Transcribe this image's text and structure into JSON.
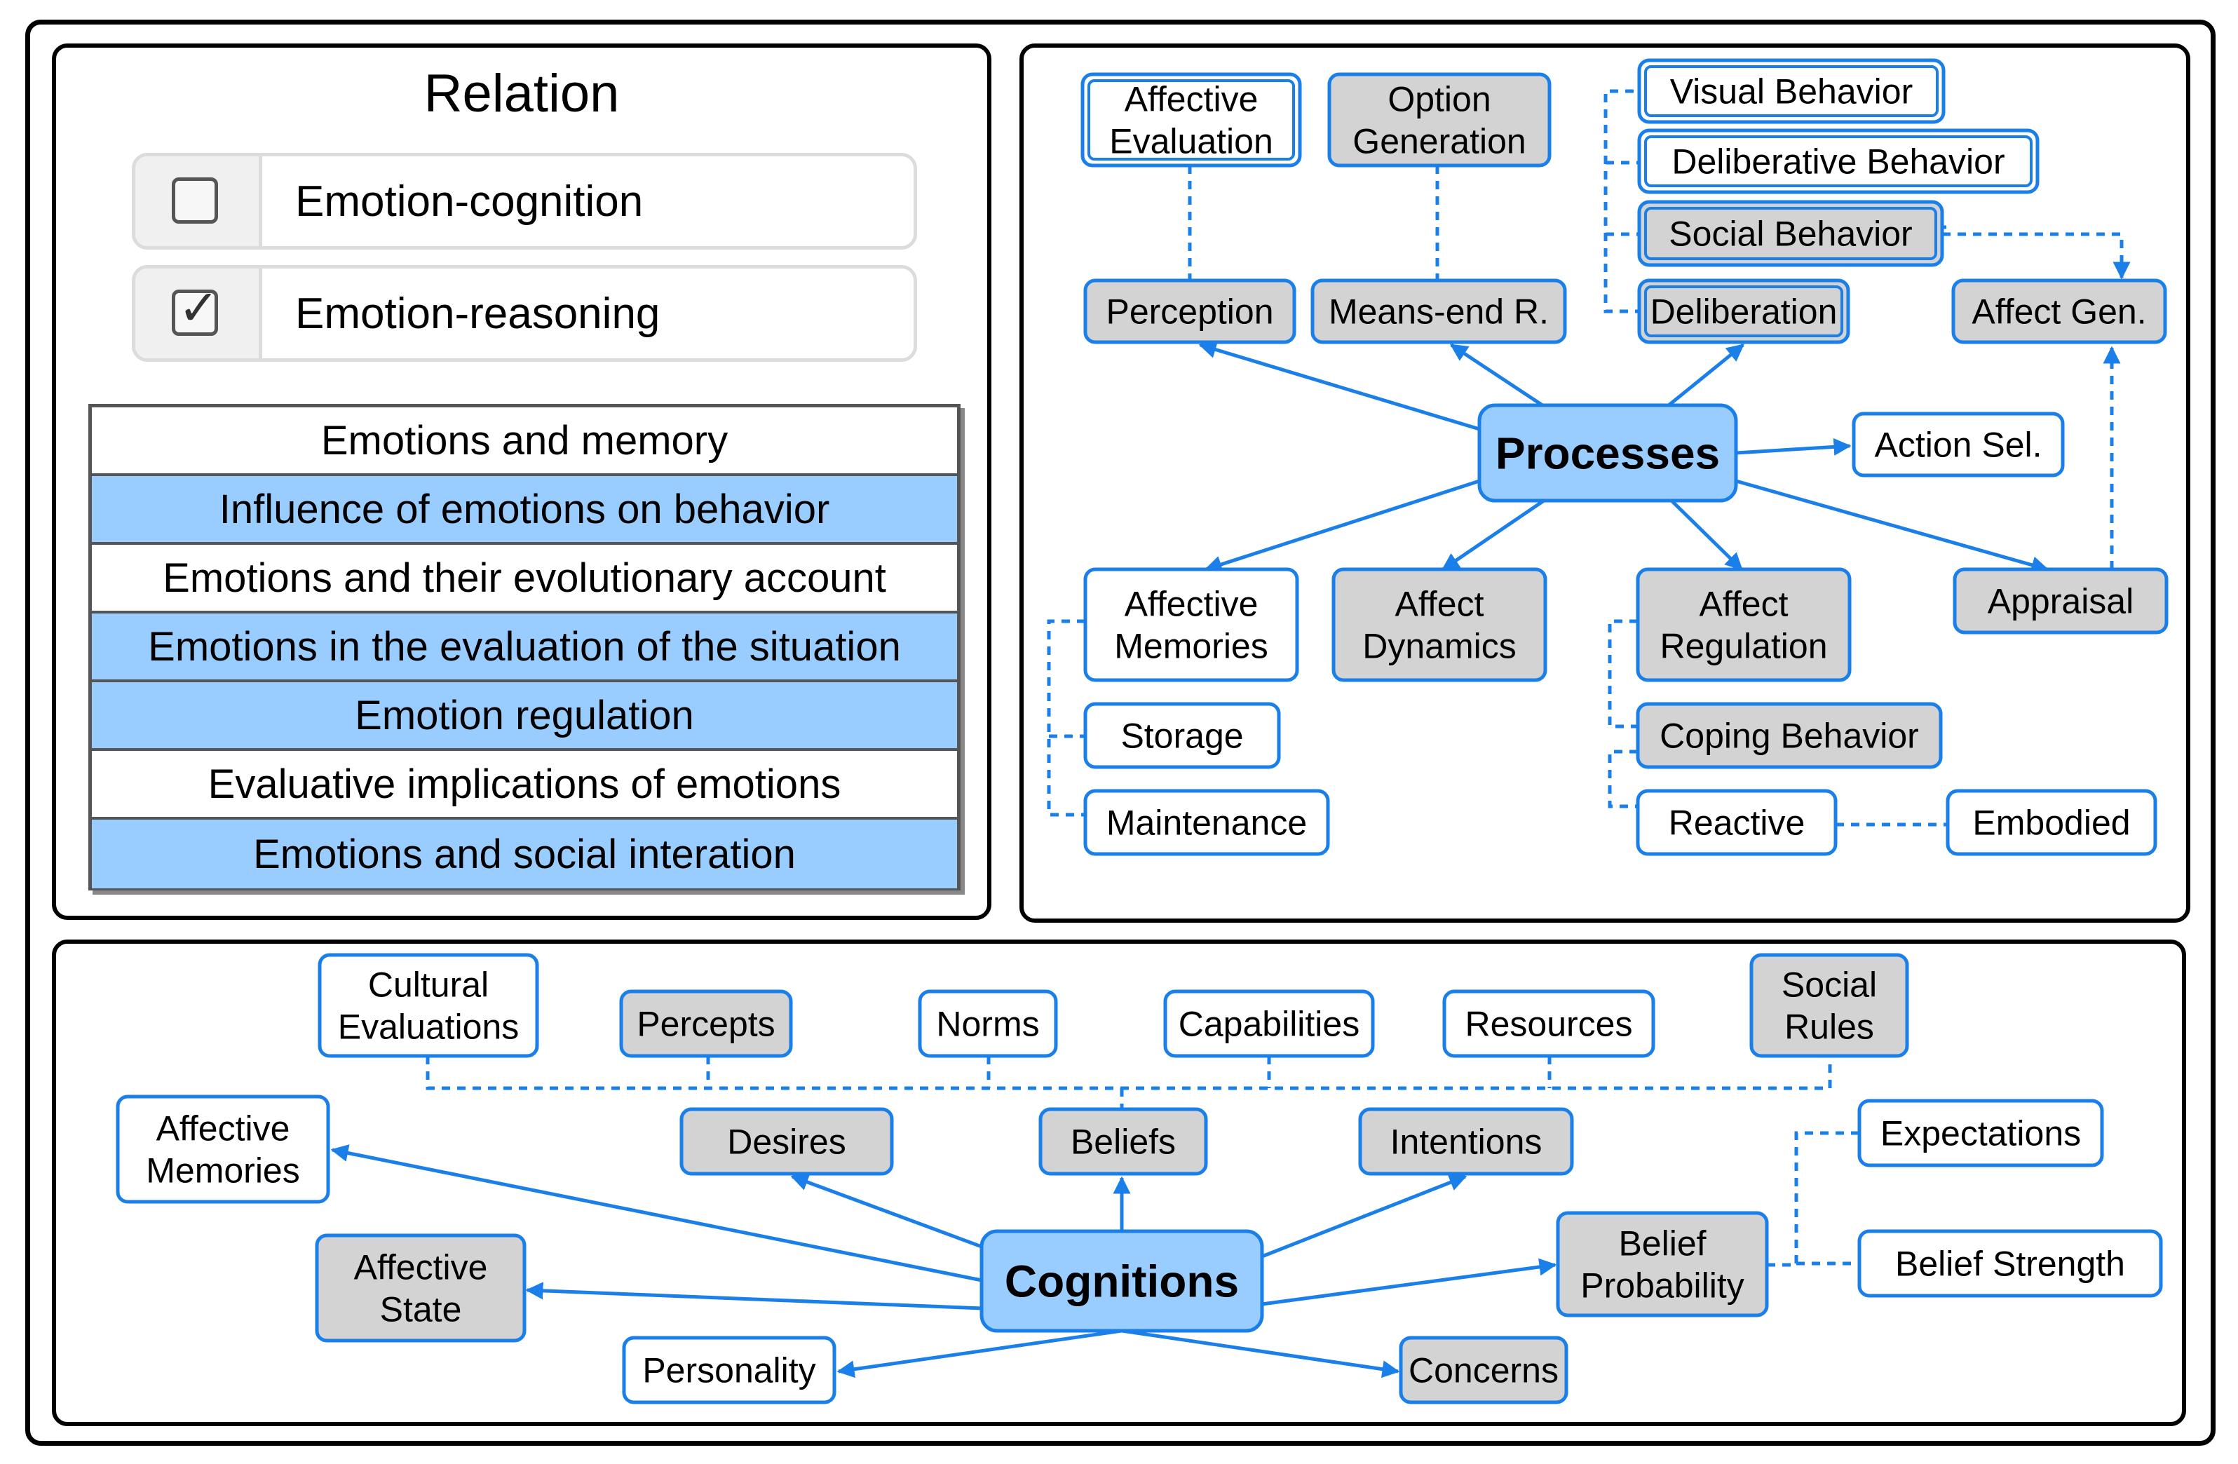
{
  "relation": {
    "title": "Relation",
    "options": [
      {
        "label": "Emotion-cognition",
        "checked": false
      },
      {
        "label": "Emotion-reasoning",
        "checked": true
      }
    ],
    "topics": [
      {
        "label": "Emotions and memory",
        "highlighted": false
      },
      {
        "label": "Influence of emotions on behavior",
        "highlighted": true
      },
      {
        "label": "Emotions and their evolutionary account",
        "highlighted": false
      },
      {
        "label": "Emotions in the evaluation of the situation",
        "highlighted": true
      },
      {
        "label": "Emotion regulation",
        "highlighted": true
      },
      {
        "label": "Evaluative implications of emotions",
        "highlighted": false
      },
      {
        "label": "Emotions and social interation",
        "highlighted": true
      }
    ]
  },
  "processes": {
    "hub": "Processes",
    "nodes": {
      "affective_evaluation": [
        "Affective",
        "Evaluation"
      ],
      "option_generation": [
        "Option",
        "Generation"
      ],
      "visual_behavior": [
        "Visual Behavior"
      ],
      "deliberative_behavior": [
        "Deliberative Behavior"
      ],
      "social_behavior": [
        "Social Behavior"
      ],
      "perception": [
        "Perception"
      ],
      "means_end": [
        "Means-end R."
      ],
      "deliberation": [
        "Deliberation"
      ],
      "affect_gen": [
        "Affect Gen."
      ],
      "action_sel": [
        "Action Sel."
      ],
      "affective_memories": [
        "Affective",
        "Memories"
      ],
      "affect_dynamics": [
        "Affect",
        "Dynamics"
      ],
      "affect_regulation": [
        "Affect",
        "Regulation"
      ],
      "appraisal": [
        "Appraisal"
      ],
      "storage": [
        "Storage"
      ],
      "maintenance": [
        "Maintenance"
      ],
      "coping_behavior": [
        "Coping Behavior"
      ],
      "reactive": [
        "Reactive"
      ],
      "embodied": [
        "Embodied"
      ]
    }
  },
  "cognitions": {
    "hub": "Cognitions",
    "nodes": {
      "cultural_evaluations": [
        "Cultural",
        "Evaluations"
      ],
      "percepts": [
        "Percepts"
      ],
      "norms": [
        "Norms"
      ],
      "capabilities": [
        "Capabilities"
      ],
      "resources": [
        "Resources"
      ],
      "social_rules": [
        "Social",
        "Rules"
      ],
      "affective_memories": [
        "Affective",
        "Memories"
      ],
      "desires": [
        "Desires"
      ],
      "beliefs": [
        "Beliefs"
      ],
      "intentions": [
        "Intentions"
      ],
      "expectations": [
        "Expectations"
      ],
      "affective_state": [
        "Affective",
        "State"
      ],
      "belief_probability": [
        "Belief",
        "Probability"
      ],
      "belief_strength": [
        "Belief Strength"
      ],
      "personality": [
        "Personality"
      ],
      "concerns": [
        "Concerns"
      ]
    }
  },
  "colors": {
    "accent": "#1a7fe8",
    "node_fill_gray": "#d3d3d3",
    "hub_fill": "#99ccff",
    "highlight_row": "#99ccff"
  }
}
